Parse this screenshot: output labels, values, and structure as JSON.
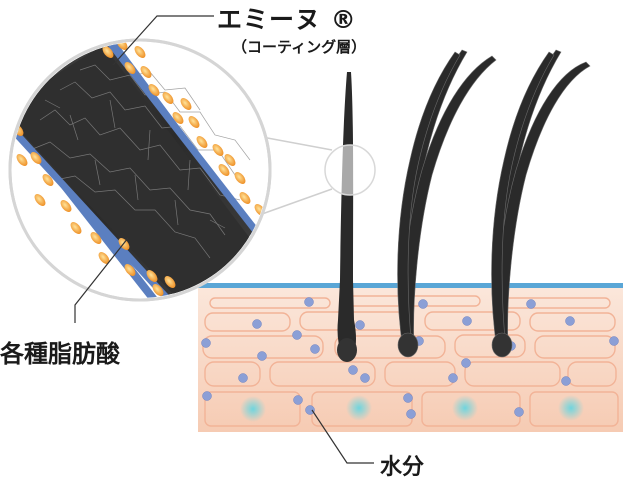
{
  "labels": {
    "product_name": "エミーヌ ®",
    "coating_layer": "（コーティング層）",
    "fatty_acids": "各種脂肪酸",
    "water": "水分"
  },
  "colors": {
    "hair": "#2a2a2a",
    "coating": "#5b7fc0",
    "fatty_acid": "#f0a33a",
    "skin_top": "#5aa6d6",
    "skin": "#f8d6c2",
    "cell_outline": "#f3b59a",
    "water_dot": "#8b9fd6",
    "nucleus": "#5cc6cf"
  }
}
